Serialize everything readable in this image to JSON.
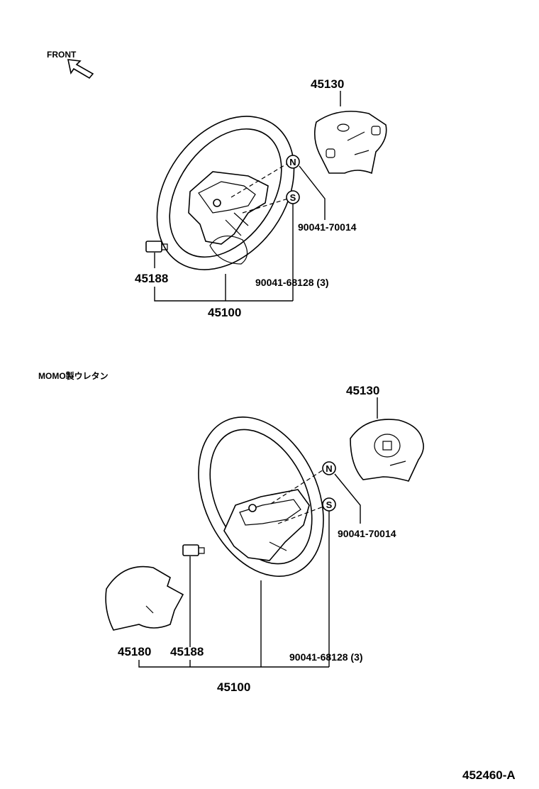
{
  "front_label": "FRONT",
  "doc_code": "452460-A",
  "upper": {
    "horn_pad": "45130",
    "nut_code": "N",
    "nut_part": "90041-70014",
    "screw_code": "S",
    "screw_part": "90041-68128 (3)",
    "switch_part": "45188",
    "assembly": "45100"
  },
  "lower": {
    "variant_note": "MOMO製ウレタン",
    "horn_pad": "45130",
    "nut_code": "N",
    "nut_part": "90041-70014",
    "screw_code": "S",
    "screw_part": "90041-68128 (3)",
    "cover_part": "45180",
    "switch_part": "45188",
    "assembly": "45100"
  }
}
